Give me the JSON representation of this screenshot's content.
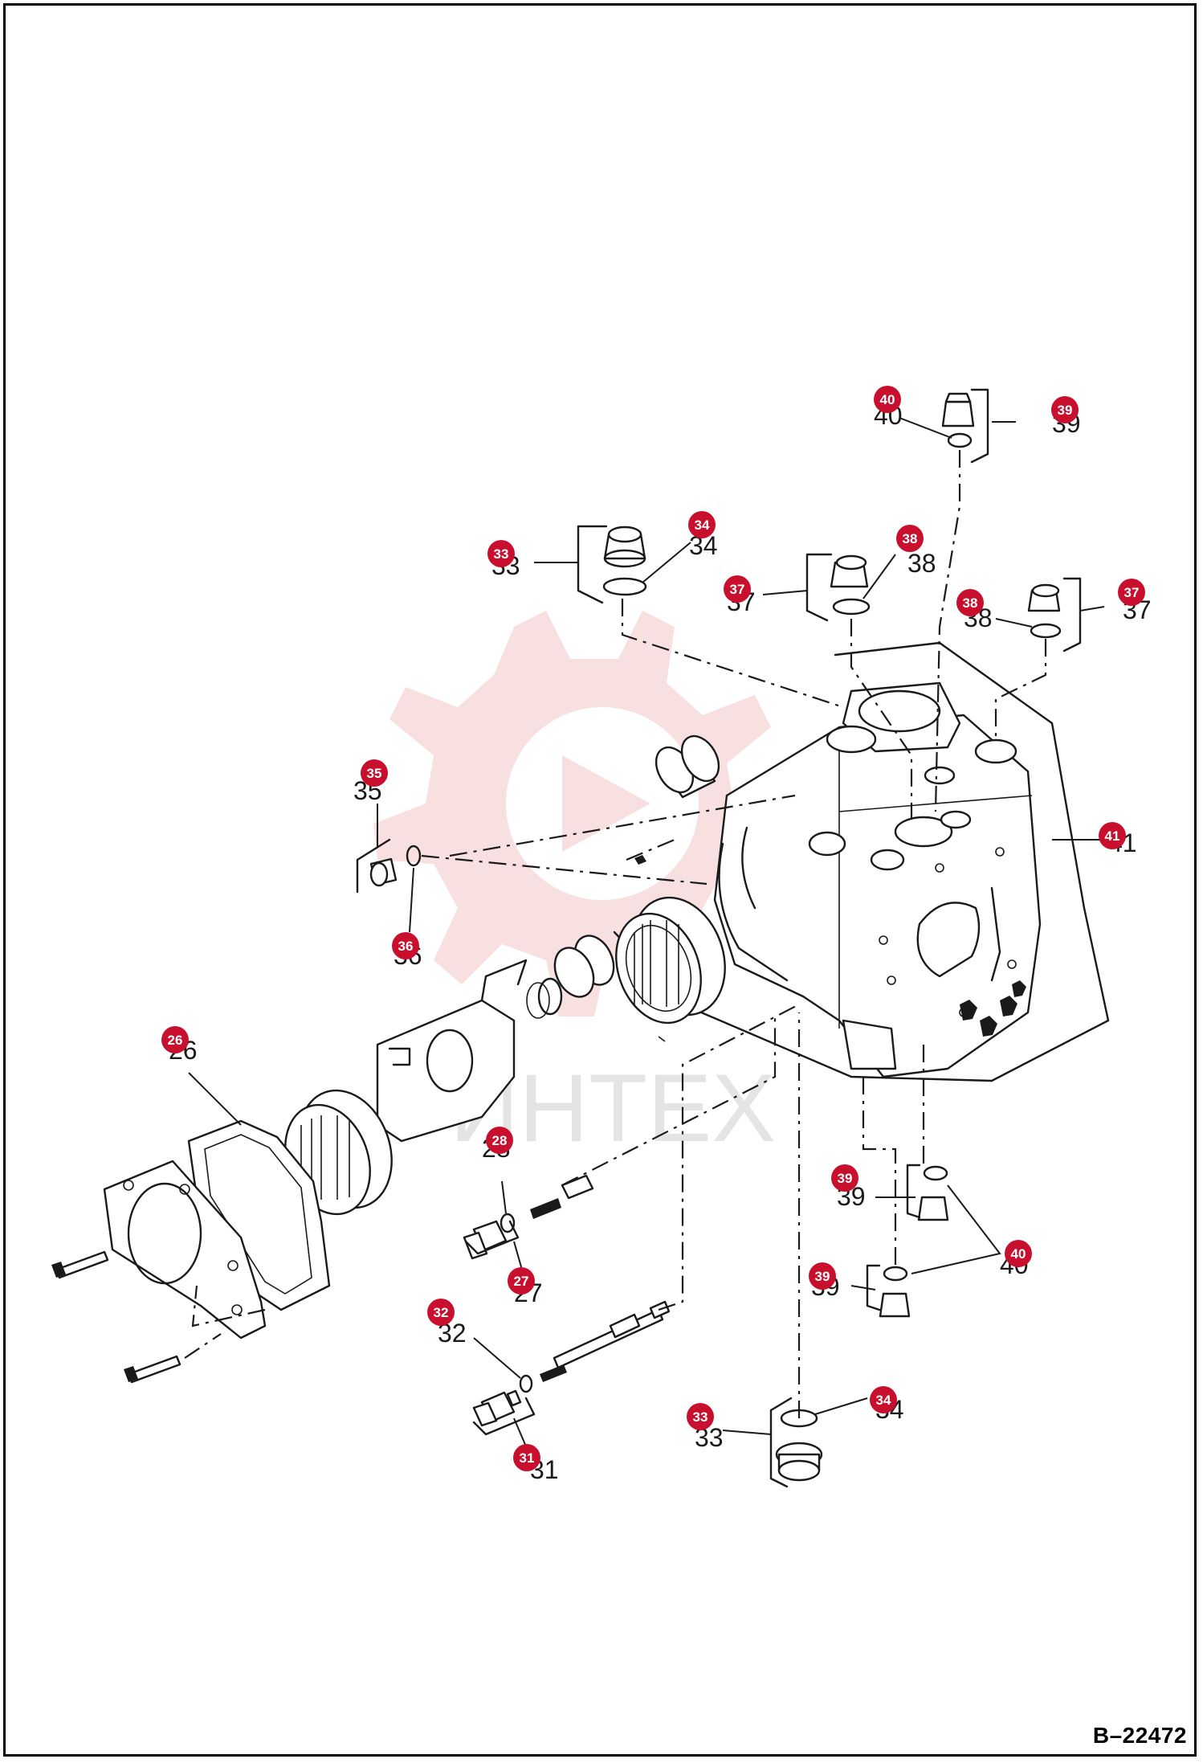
{
  "reference": "B–22472",
  "watermark": {
    "text": "ИНТЕХ",
    "gear_color": "#f4c7c7",
    "text_color": "#d9d9d9"
  },
  "colors": {
    "badge": "#c8102e",
    "line": "#1a1a1a"
  },
  "callouts": [
    {
      "id": "40",
      "label": "40"
    },
    {
      "id": "39",
      "label": "39"
    },
    {
      "id": "33",
      "label": "33"
    },
    {
      "id": "34",
      "label": "34"
    },
    {
      "id": "38",
      "label": "38"
    },
    {
      "id": "37",
      "label": "37"
    },
    {
      "id": "38",
      "label": "38"
    },
    {
      "id": "37",
      "label": "37"
    },
    {
      "id": "35",
      "label": "35"
    },
    {
      "id": "41",
      "label": "41"
    },
    {
      "id": "36",
      "label": "36"
    },
    {
      "id": "26",
      "label": "26"
    },
    {
      "id": "28",
      "label": "28"
    },
    {
      "id": "39",
      "label": "39"
    },
    {
      "id": "40",
      "label": "40"
    },
    {
      "id": "27",
      "label": "27"
    },
    {
      "id": "39",
      "label": "39"
    },
    {
      "id": "32",
      "label": "32"
    },
    {
      "id": "33",
      "label": "33"
    },
    {
      "id": "34",
      "label": "34"
    },
    {
      "id": "31",
      "label": "31"
    }
  ]
}
